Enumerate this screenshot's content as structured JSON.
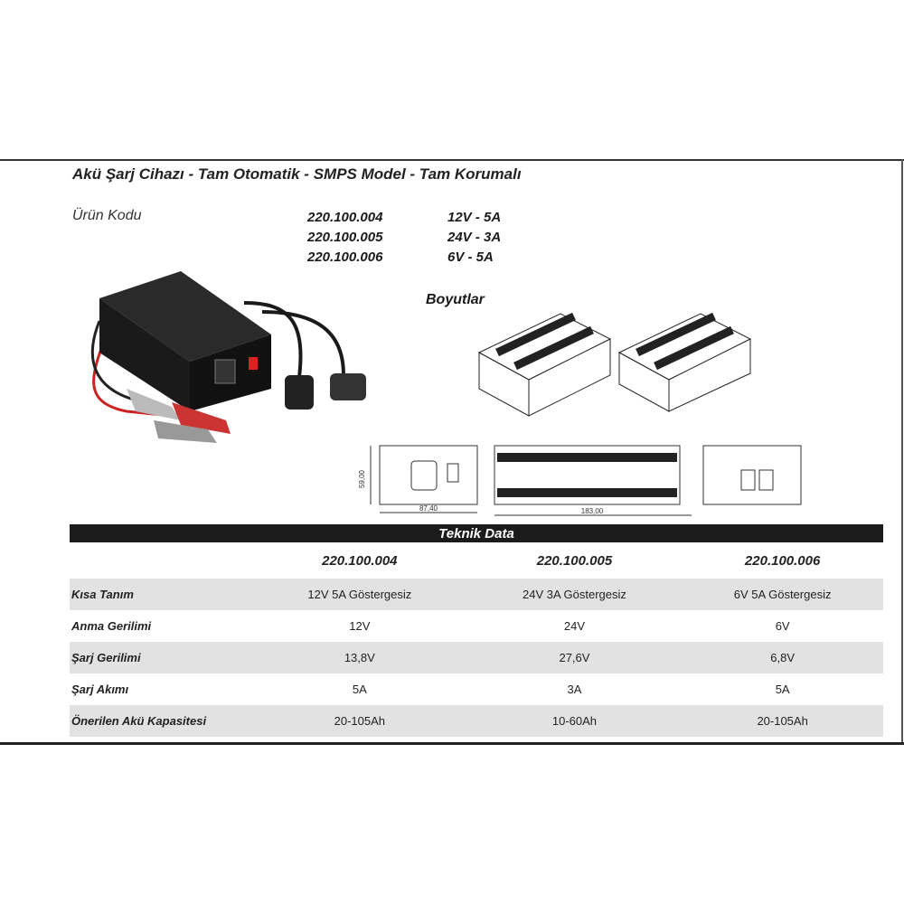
{
  "header": {
    "title": "Akü Şarj Cihazı - Tam Otomatik - SMPS Model - Tam Korumalı",
    "code_label": "Ürün Kodu",
    "products": [
      {
        "code": "220.100.004",
        "rating": "12V - 5A"
      },
      {
        "code": "220.100.005",
        "rating": "24V - 3A"
      },
      {
        "code": "220.100.006",
        "rating": "6V - 5A"
      }
    ]
  },
  "dimensions": {
    "label": "Boyutlar",
    "height": "59,00",
    "width": "87,40",
    "length": "183,00"
  },
  "table": {
    "title": "Teknik Data",
    "columns": [
      "220.100.004",
      "220.100.005",
      "220.100.006"
    ],
    "rows": [
      {
        "label": "Kısa Tanım",
        "values": [
          "12V 5A Göstergesiz",
          "24V 3A Göstergesiz",
          "6V 5A Göstergesiz"
        ]
      },
      {
        "label": "Anma Gerilimi",
        "values": [
          "12V",
          "24V",
          "6V"
        ]
      },
      {
        "label": "Şarj Gerilimi",
        "values": [
          "13,8V",
          "27,6V",
          "6,8V"
        ]
      },
      {
        "label": "Şarj Akımı",
        "values": [
          "5A",
          "3A",
          "5A"
        ]
      },
      {
        "label": "Önerilen Akü Kapasitesi",
        "values": [
          "20-105Ah",
          "10-60Ah",
          "20-105Ah"
        ]
      }
    ]
  },
  "colors": {
    "header_bar": "#1b1b1b",
    "row_shade": "#e2e2e2"
  }
}
